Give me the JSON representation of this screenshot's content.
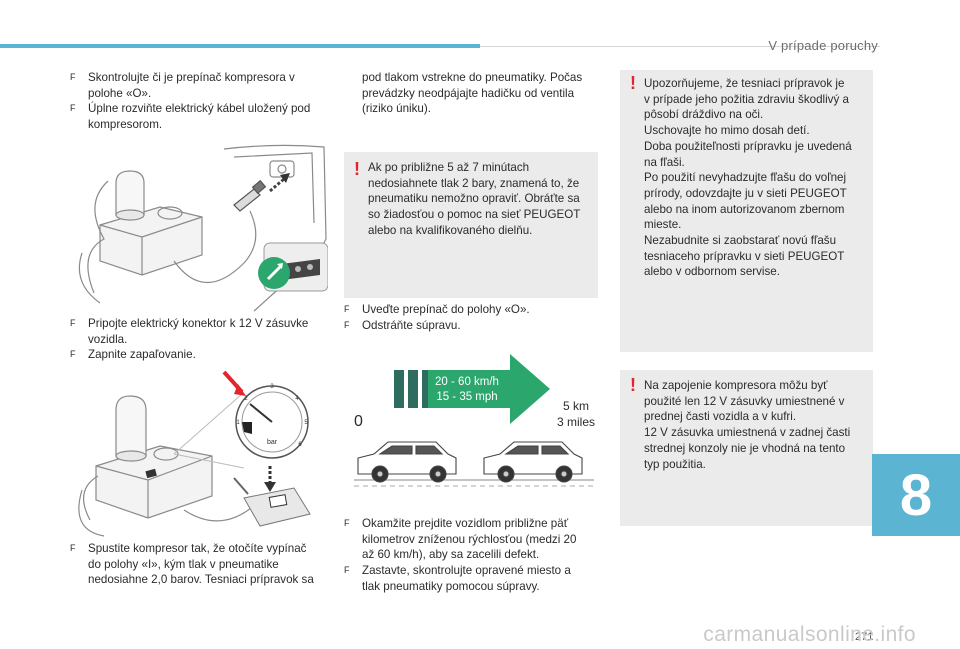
{
  "header": {
    "title": "V prípade poruchy"
  },
  "colors": {
    "accent": "#5ab4d2",
    "warning": "#e3262d",
    "panel": "#ebebeb",
    "arrow_green": "#2ba66d",
    "arrow_dark": "#2d6c5f"
  },
  "col1": {
    "step1": [
      "Skontrolujte či je prepínač kompresora v",
      "polohe «O»."
    ],
    "step2": [
      "Úplne rozviňte elektrický kábel uložený pod",
      "kompresorom."
    ],
    "step3": [
      "Pripojte elektrický konektor k 12 V zásuvke",
      "vozidla."
    ],
    "step4": [
      "Zapnite zapaľovanie."
    ],
    "step5": [
      "Spustite kompresor tak, že otočíte vypínač",
      "do polohy «I», kým tlak v pneumatike",
      "nedosiahne 2,0 barov. Tesniaci prípravok sa"
    ],
    "bullet_icon": "checkbox-bullet-icon",
    "gauge_unit": "bar",
    "gauge_ticks": [
      "1",
      "2",
      "3",
      "4",
      "5",
      "6"
    ]
  },
  "col2": {
    "continuation": [
      "pod tlakom vstrekne do pneumatiky. Počas",
      "prevádzky neodpájajte hadičku od ventila",
      "(riziko úniku)."
    ],
    "warning": [
      "Ak po približne 5 až 7 minútach",
      "nedosiahnete tlak 2 bary, znamená to, že",
      "pneumatiku nemožno opraviť. Obráťte sa",
      "so žiadosťou o pomoc na sieť PEUGEOT",
      "alebo na kvalifikovaného dielňu."
    ],
    "step6": [
      "Uveďte prepínač do polohy «O»."
    ],
    "step7": [
      "Odstráňte súpravu."
    ],
    "speed_km": "20 - 60 km/h",
    "speed_mph": "15 - 35 mph",
    "start_mark": "0",
    "distance_km": "5 km",
    "distance_miles": "3 miles",
    "step8": [
      "Okamžite prejdite vozidlom približne päť",
      "kilometrov zníženou rýchlosťou (medzi 20",
      "až 60 km/h), aby sa zacelili defekt."
    ],
    "step9": [
      "Zastavte, skontrolujte opravené miesto a",
      "tlak pneumatiky pomocou súpravy."
    ]
  },
  "col3": {
    "warning1": [
      "Upozorňujeme, že tesniaci prípravok je",
      "v prípade jeho požitia zdraviu škodlivý a",
      "pôsobí dráždivo na oči.",
      "Uschovajte ho mimo dosah detí.",
      "Doba použiteľnosti prípravku je uvedená",
      "na fľaši.",
      "Po použití nevyhadzujte fľašu do voľnej",
      "prírody, odovzdajte ju v sieti PEUGEOT",
      "alebo na inom autorizovanom zbernom",
      "mieste.",
      "Nezabudnite si zaobstarať novú fľašu",
      "tesniaceho prípravku v sieti PEUGEOT",
      "alebo v odbornom servise."
    ],
    "warning2": [
      "Na zapojenie kompresora môžu byť",
      "použité len 12 V zásuvky umiestnené v",
      "prednej časti vozidla a v kufri.",
      "12 V zásuvka umiestnená v zadnej časti",
      "strednej konzoly nie je vhodná na tento",
      "typ použitia."
    ]
  },
  "warning_mark": "!",
  "bullet_mark": "F",
  "chapter_tab": "8",
  "page_number": "271",
  "watermark": "carmanualsonline.info"
}
